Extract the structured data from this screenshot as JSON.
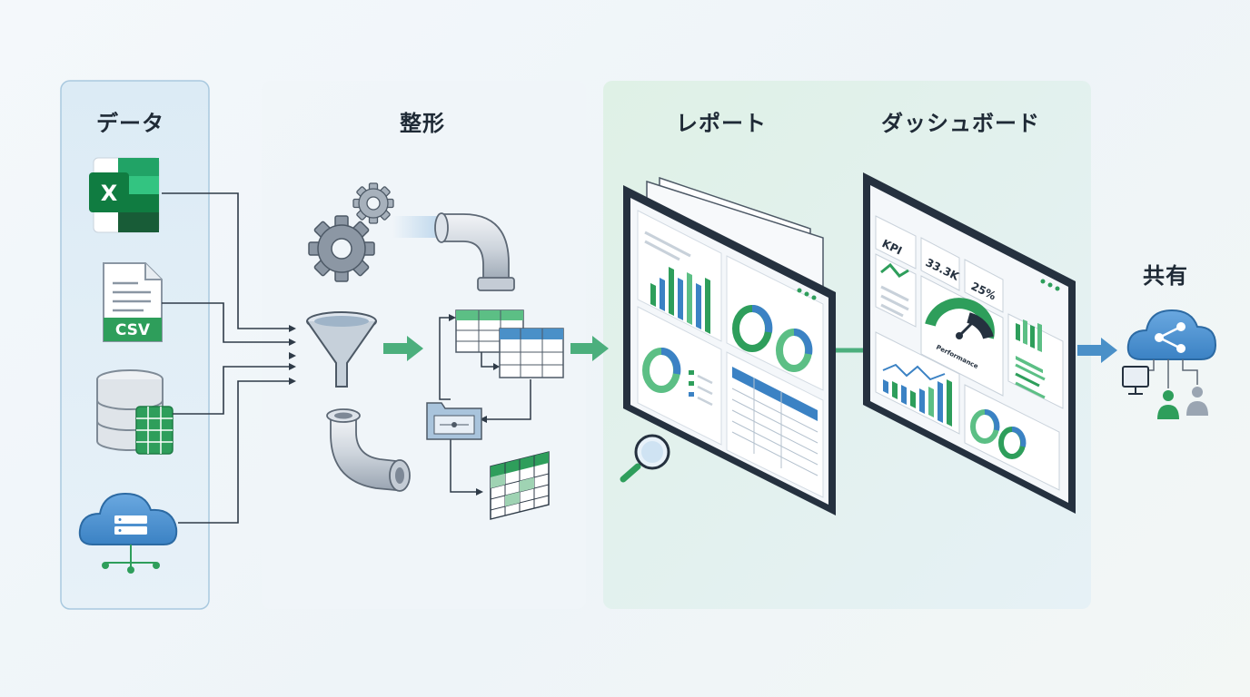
{
  "sections": {
    "data": "データ",
    "shaping": "整形",
    "report": "レポート",
    "dashboard": "ダッシュボード",
    "sharing": "共有"
  },
  "icons": {
    "excel_letter": "X",
    "csv_label": "CSV"
  },
  "dashboard_screen": {
    "kpi_label": "KPI",
    "kpi_value": "33.3K",
    "kpi_percent": "25%",
    "gauge_label": "Performance"
  },
  "colors": {
    "data_panel": "#dcebf5",
    "report_panel": "#e3f2ea",
    "accent_green": "#2e9e5b",
    "accent_blue": "#3b82c4",
    "arrow_green": "#4caf7d",
    "arrow_blue": "#4a90c8",
    "frame_dark": "#25313f"
  }
}
